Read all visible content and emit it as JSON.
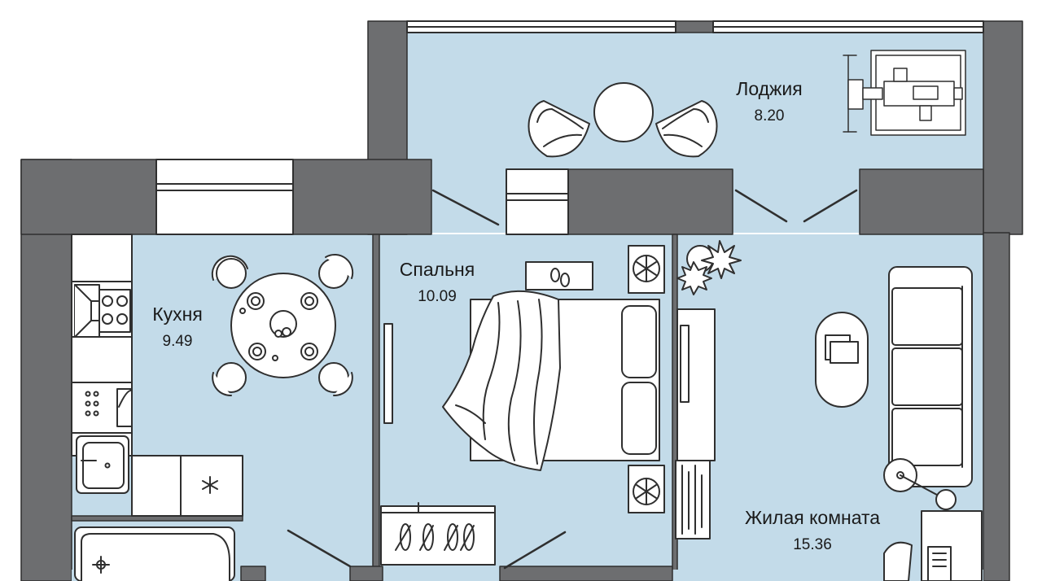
{
  "rooms": {
    "loggia": {
      "name": "Лоджия",
      "area": "8.20"
    },
    "bedroom": {
      "name": "Спальня",
      "area": "10.09"
    },
    "kitchen": {
      "name": "Кухня",
      "area": "9.49"
    },
    "living": {
      "name": "Жилая комната",
      "area": "15.36"
    }
  },
  "colors": {
    "floor": "#c3dbe9",
    "wall": "#6d6e70",
    "line": "#2f2f2f",
    "furniture": "#ffffff"
  }
}
